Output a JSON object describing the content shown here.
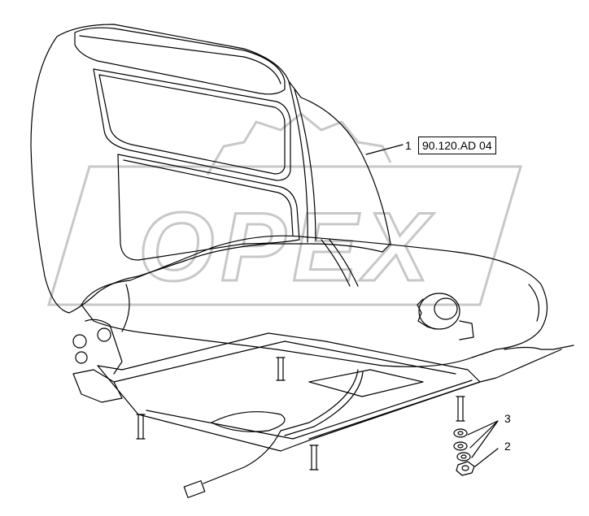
{
  "diagram": {
    "callouts": [
      {
        "id": "1",
        "label": "1"
      },
      {
        "id": "2",
        "label": "2"
      },
      {
        "id": "3",
        "label": "3"
      }
    ],
    "reference_box": "90.120.AD 04",
    "watermark": "OPEX"
  },
  "colors": {
    "line": "#000000",
    "watermark": "#c8c8c8",
    "background": "#ffffff"
  }
}
